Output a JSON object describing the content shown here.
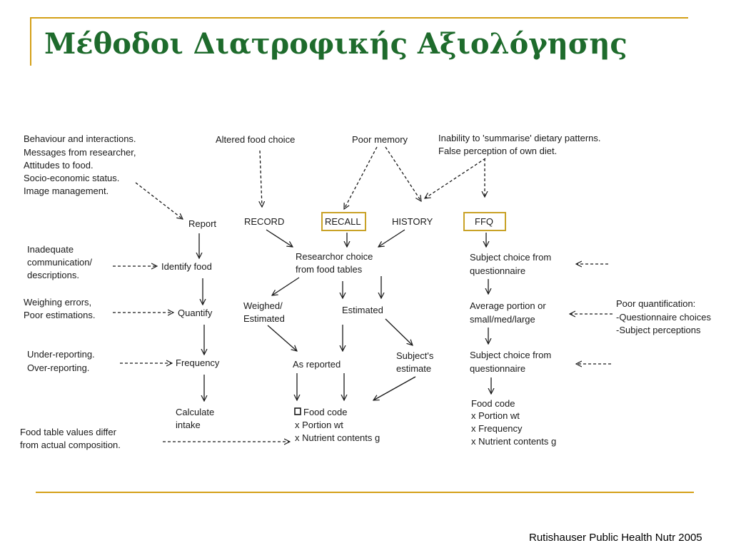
{
  "slide": {
    "title": "Μέθοδοι Διατροφικής Αξιολόγησης",
    "citation": "Rutishauser Public Health Nutr 2005"
  },
  "diagram": {
    "behaviour": [
      "Behaviour and interactions.",
      "Messages from researcher,",
      "Attitudes to food.",
      "Socio-economic status.",
      "Image management."
    ],
    "altered": "Altered food choice",
    "poor_memory": "Poor memory",
    "inability": [
      "Inability to 'summarise' dietary patterns.",
      "False perception of own diet."
    ],
    "report": "Report",
    "record": "RECORD",
    "recall": "RECALL",
    "history": "HISTORY",
    "ffq": "FFQ",
    "inadequate": [
      "Inadequate",
      "communication/",
      "descriptions."
    ],
    "identify_food": "Identify food",
    "weighing_errors": [
      "Weighing errors,",
      "Poor estimations."
    ],
    "quantify": "Quantify",
    "underreporting": [
      "Under-reporting.",
      "Over-reporting."
    ],
    "frequency": "Frequency",
    "calculate": [
      "Calculate",
      "intake"
    ],
    "food_table_values": [
      "Food table values differ",
      "from actual composition."
    ],
    "researcher_choice": [
      "Researchor choice",
      "from food tables"
    ],
    "weighed": [
      "Weighed/",
      "Estimated"
    ],
    "estimated": "Estimated",
    "as_reported": "As reported",
    "subjects_estimate": [
      "Subject's",
      "estimate"
    ],
    "mid_product": [
      "Food code",
      "x Portion wt",
      "x  Nutrient contents g"
    ],
    "subject_choice_1": [
      "Subject choice from",
      "questionnaire"
    ],
    "average_portion": [
      "Average portion or",
      "small/med/large"
    ],
    "poor_quant": [
      "Poor quantification:",
      "-Questionnaire choices",
      "-Subject perceptions"
    ],
    "subject_choice_2": [
      "Subject choice from",
      "questionnaire"
    ],
    "ffq_product": [
      "Food code",
      "x Portion wt",
      "x Frequency",
      "x  Nutrient contents g"
    ]
  }
}
